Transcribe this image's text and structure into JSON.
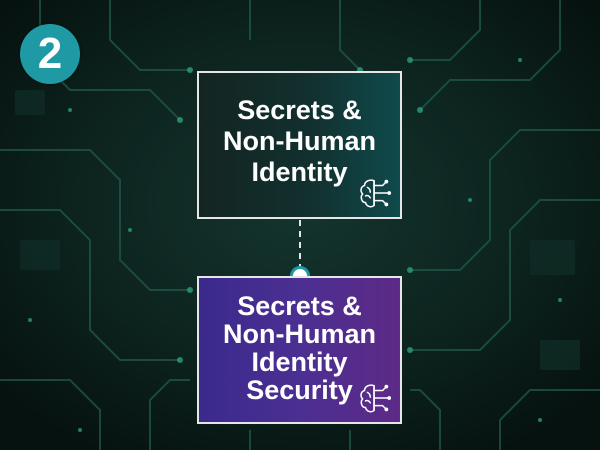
{
  "step": {
    "number": "2"
  },
  "top_box": {
    "lines": [
      "Secrets &",
      "Non-Human",
      "Identity"
    ],
    "icon": "brain-circuit-icon"
  },
  "bottom_box": {
    "lines": [
      "Secrets &",
      "Non-Human",
      "Identity",
      "Security"
    ],
    "icon": "brain-circuit-icon"
  },
  "colors": {
    "badge": "#1f9aa5",
    "top_box_bg": "#12302e",
    "bottom_box_bg": "#4b2f92",
    "border": "#e6e6e6",
    "background": "#0a1a16"
  }
}
